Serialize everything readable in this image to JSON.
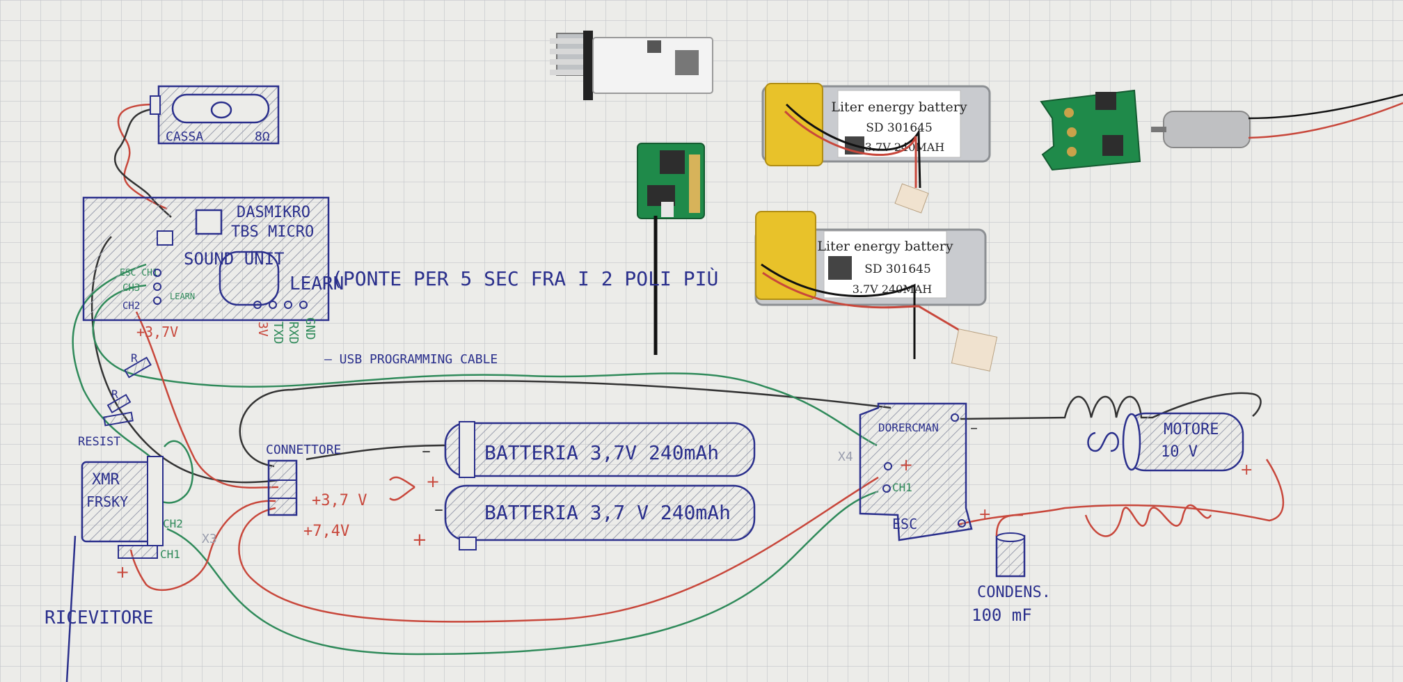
{
  "labels": {
    "cassa": "CASSA",
    "ohm": "8Ω",
    "dasmikro": "DASMIKRO",
    "tbs_micro": "TBS MICRO",
    "sound_unit": "SOUND UNIT",
    "learn": "LEARN",
    "ponte_note": "(PONTE PER 5 SEC  FRA I 2 POLI PIÙ",
    "esc_ch1": "ESC CH1",
    "ch3": "CH3",
    "ch2_learn": "CH2",
    "learn_small": "LEARN",
    "plus_3v7_a": "+3,7V",
    "three_v": "3V",
    "txd": "TXD",
    "rxd": "RXD",
    "gnd": "GND",
    "usb_cable": "— USB PROGRAMMING CABLE",
    "r1": "R",
    "r2": "R",
    "resist": "RESIST",
    "xmr": "XMR",
    "frsky": "FRSKY",
    "ch2": "CH2",
    "ch1": "CH1",
    "ricevitore": "RICEVITORE",
    "connettore": "CONNETTORE",
    "batteria_1": "BATTERIA  3,7V   240mAh",
    "batteria_2": "BATTERIA  3,7 V  240mAh",
    "plus_3v7_b": "+3,7 V",
    "plus_7v4": "+7,4V",
    "dorercman": "DORERCMAN",
    "x4": "X4",
    "x3": "X3",
    "esc": "ESC",
    "ch1_esc": "CH1",
    "motore": "MOTORE",
    "ten_v": "10 V",
    "condens": "CONDENS.",
    "cap_value": "100 mF",
    "batt_label_1": "Liter energy battery",
    "batt_model_1": "SD 301645",
    "batt_rating_1": "3.7V 240MAH",
    "batt_label_2": "Liter energy battery",
    "batt_model_2": "SD 301645",
    "batt_rating_2": "3.7V 240MAH"
  },
  "colors": {
    "paper": "#ecece9",
    "grid": "#c4c6ca",
    "pen_blue": "#2a2f8c",
    "pen_red": "#c8473b",
    "pen_green": "#2f8a5a",
    "pen_black": "#333333",
    "hatch": "#8f93a3",
    "pcb_green": "#1f8a4a",
    "lipo_yellow": "#e8c22a"
  }
}
